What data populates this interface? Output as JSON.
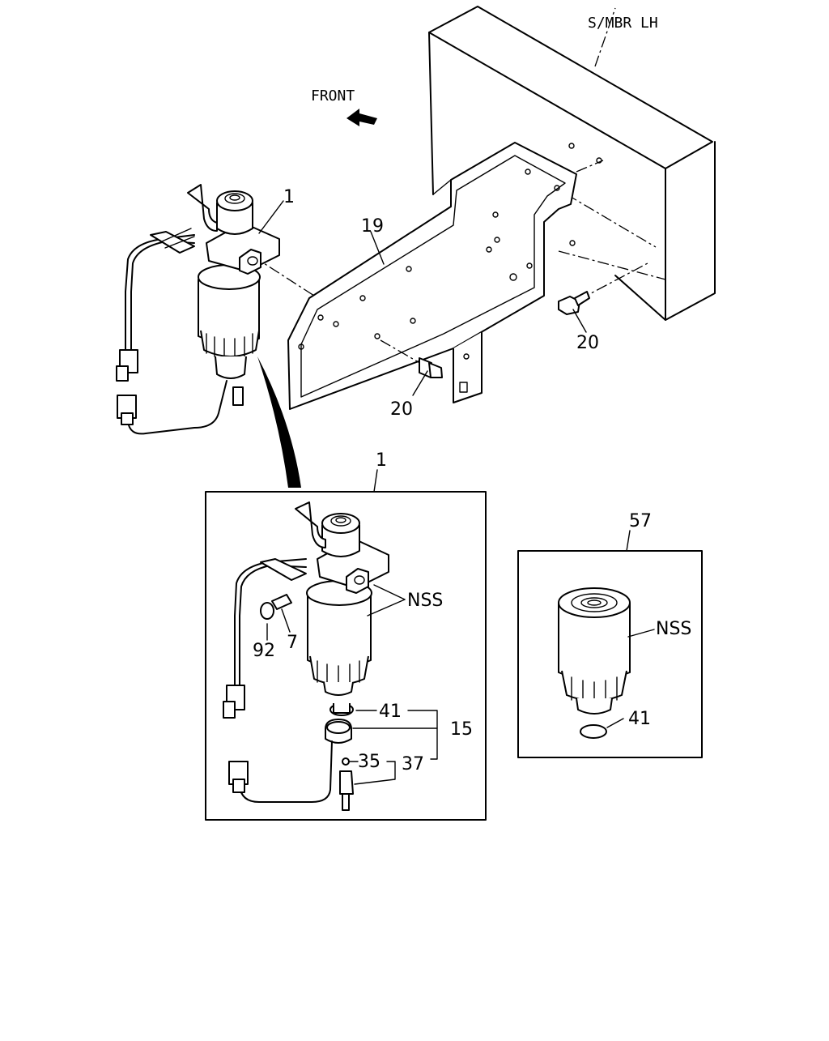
{
  "labels": {
    "frame_member": "S/MBR LH",
    "front": "FRONT",
    "part_1_main": "1",
    "part_19": "19",
    "part_20_a": "20",
    "part_20_b": "20",
    "part_1_detail": "1",
    "nss_detail": "NSS",
    "part_92": "92",
    "part_7": "7",
    "part_41_detail": "41",
    "part_15": "15",
    "part_35": "35",
    "part_37": "37",
    "part_57": "57",
    "nss_57": "NSS",
    "part_41_57": "41"
  }
}
